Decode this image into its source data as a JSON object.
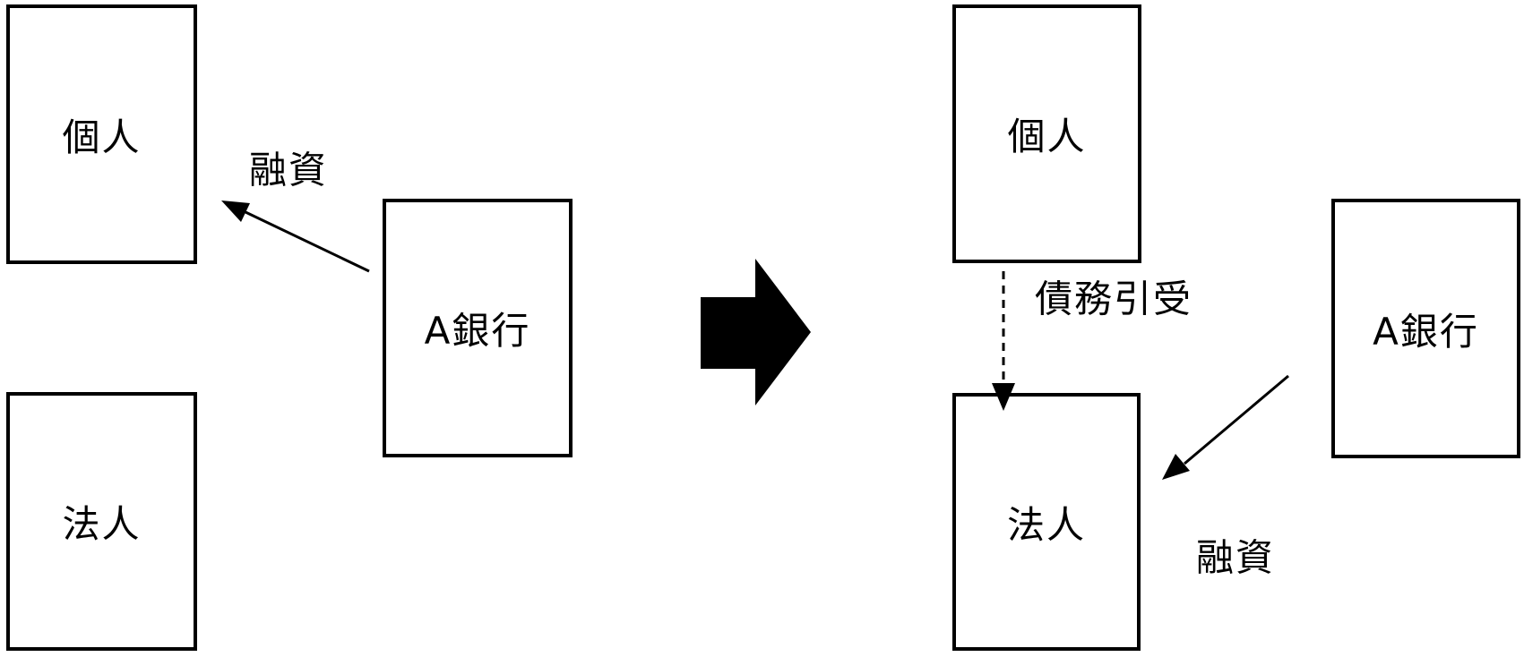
{
  "diagram": {
    "background_color": "#ffffff",
    "line_color": "#000000",
    "before": {
      "boxes": {
        "individual": {
          "label": "個人"
        },
        "corporation": {
          "label": "法人"
        },
        "bank": {
          "label": "A銀行"
        }
      },
      "arrows": {
        "loan": {
          "label": "融資",
          "style": "solid",
          "from": "bank",
          "to": "individual"
        }
      }
    },
    "transition": {
      "shape": "big-right-arrow",
      "color": "#000000"
    },
    "after": {
      "boxes": {
        "individual": {
          "label": "個人"
        },
        "corporation": {
          "label": "法人"
        },
        "bank": {
          "label": "A銀行"
        }
      },
      "arrows": {
        "debt_assumption": {
          "label": "債務引受",
          "style": "dashed",
          "from": "individual",
          "to": "corporation"
        },
        "loan": {
          "label": "融資",
          "style": "solid",
          "from": "bank",
          "to": "corporation"
        }
      }
    }
  }
}
